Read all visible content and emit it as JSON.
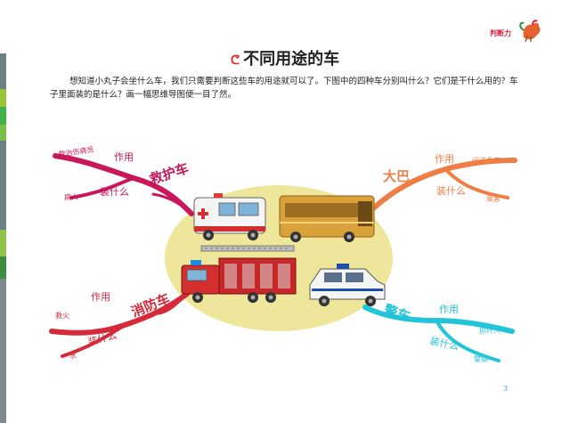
{
  "page": {
    "title": "不同用途的车",
    "intro": "想知道小丸子会坐什么车，我们只需要判断这些车的用途就可以了。下图中的四种车分别叫什么？它们是干什么用的？车子里面装的是什么？画一幅思维导图便一目了然。",
    "logo_text": "判断力",
    "page_number": "3"
  },
  "mindmap": {
    "ambulance": {
      "name": "救护车",
      "use_label": "作用",
      "use_value": "救治伤病员",
      "load_label": "装什么",
      "load_value": "病人"
    },
    "bus": {
      "name": "大巴",
      "use_label": "作用",
      "use_value": "运送乘客",
      "load_label": "装什么",
      "load_value": "乘客"
    },
    "firetruck": {
      "name": "消防车",
      "use_label": "作用",
      "use_value": "救火",
      "load_label": "装什么",
      "load_value": "水"
    },
    "police": {
      "name": "警车",
      "use_label": "作用",
      "use_value": "抓坏人",
      "load_label": "装什么",
      "load_value": "警察"
    }
  },
  "colors": {
    "ambulance": "#c8175a",
    "bus": "#ee7e45",
    "firetruck": "#d42a3a",
    "police": "#22c4d8",
    "center": "#eee79b"
  }
}
